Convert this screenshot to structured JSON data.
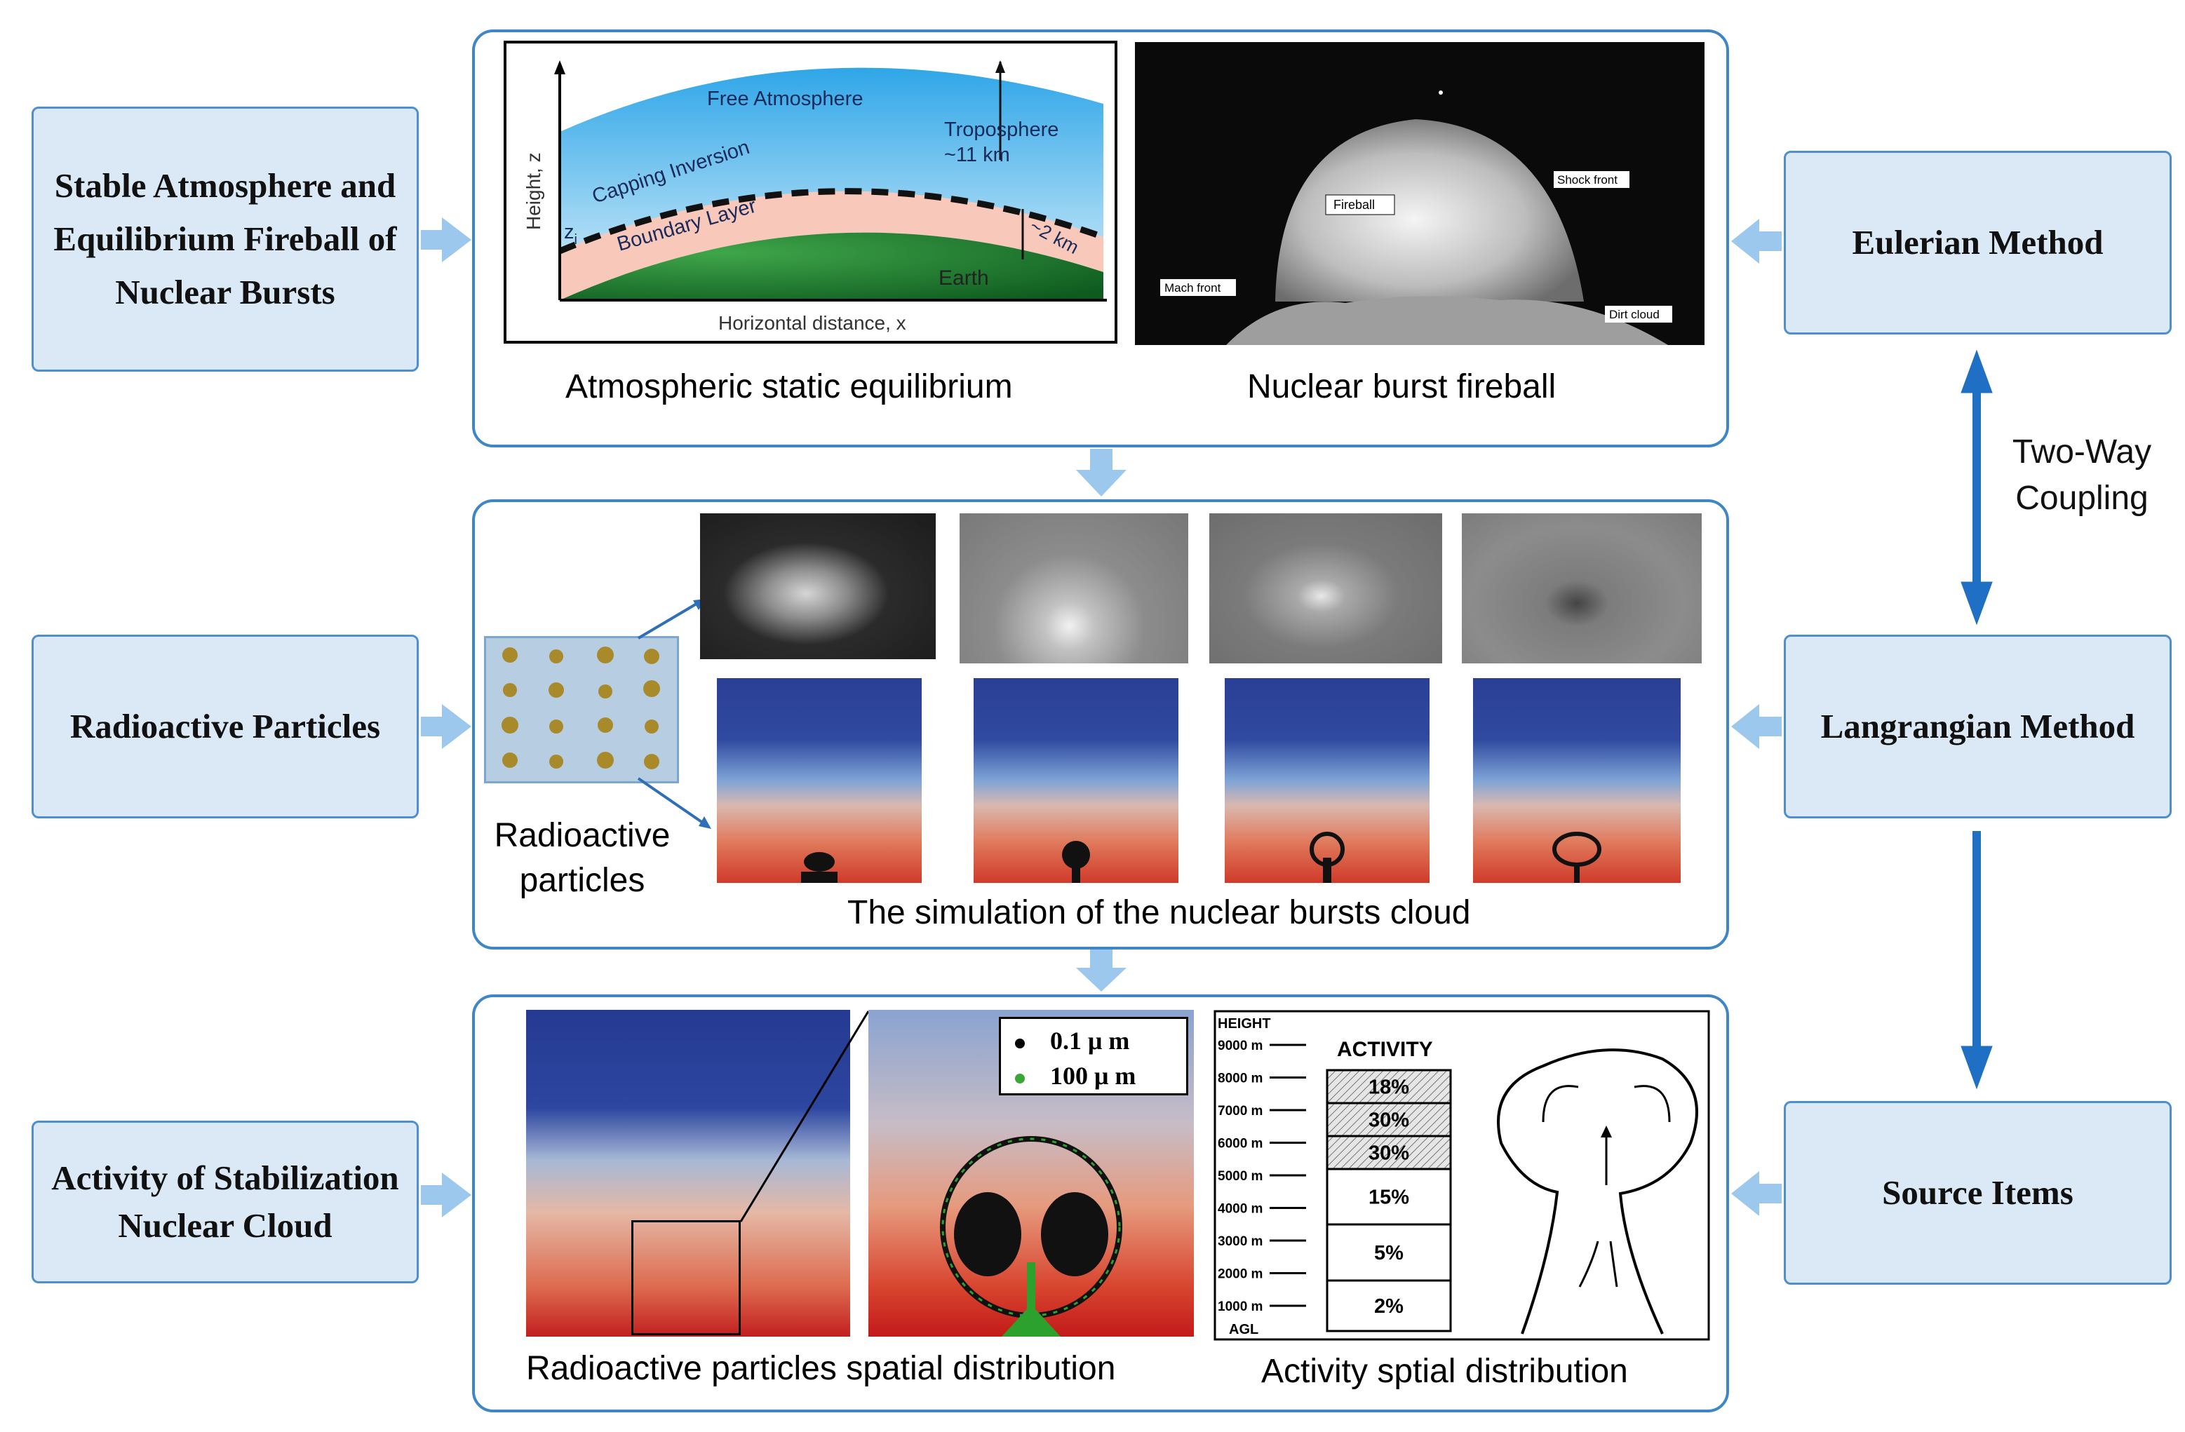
{
  "left_boxes": [
    "Stable Atmosphere and Equilibrium Fireball of Nuclear Bursts",
    "Radioactive Particles",
    "Activity of Stabilization Nuclear Cloud"
  ],
  "right_boxes": [
    "Eulerian Method",
    "Langrangian Method",
    "Source Items"
  ],
  "coupling_label_line1": "Two-Way",
  "coupling_label_line2": "Coupling",
  "panel1": {
    "atmo_caption": "Atmospheric static equilibrium",
    "fireball_caption": "Nuclear burst fireball",
    "atmo": {
      "free_atmosphere": "Free Atmosphere",
      "troposphere": "Troposphere",
      "tropo_height": "~11 km",
      "capping": "Capping Inversion",
      "boundary": "Boundary Layer",
      "zi": "z",
      "zi_sub": "i",
      "bl_height": "~2 km",
      "earth": "Earth",
      "xlabel": "Horizontal distance, x",
      "ylabel": "Height, z"
    },
    "fireball": {
      "fireball_label": "Fireball",
      "shock_label": "Shock front",
      "mach_label": "Mach front",
      "dirt_label": "Dirt cloud"
    }
  },
  "panel2": {
    "particles_label_line1": "Radioactive",
    "particles_label_line2": "particles",
    "sim_caption": "The simulation of the nuclear bursts cloud"
  },
  "panel3": {
    "spatial_caption": "Radioactive particles spatial distribution",
    "activity_caption": "Activity sptial distribution",
    "legend": [
      {
        "label": "0.1 μ m",
        "color": "#000000"
      },
      {
        "label": "100 μ m",
        "color": "#3aa63a"
      }
    ],
    "activity_chart": {
      "height_header": "HEIGHT",
      "heights": [
        "9000 m",
        "8000 m",
        "7000 m",
        "6000 m",
        "5000 m",
        "4000 m",
        "3000 m",
        "2000 m",
        "1000 m"
      ],
      "agl": "AGL",
      "activity_title": "ACTIVITY",
      "segments": [
        "18%",
        "30%",
        "30%",
        "15%",
        "5%",
        "2%"
      ]
    }
  },
  "colors": {
    "box_fill": "#dbe9f6",
    "box_border": "#4d8fcf",
    "light_arrow": "#9cc8ee",
    "dark_arrow": "#1f6fc5"
  }
}
